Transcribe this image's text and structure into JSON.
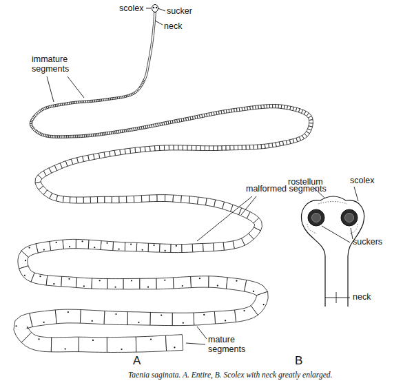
{
  "diagram": {
    "caption": "Taenia saginata. A. Entire, B. Scolex with neck greatly enlarged.",
    "labels": [
      "scolex",
      "sucker",
      "neck",
      "immature segments",
      "malformed segments",
      "mature segments",
      "A",
      "rostellum",
      "scolex",
      "suckers",
      "neck",
      "B"
    ]
  }
}
